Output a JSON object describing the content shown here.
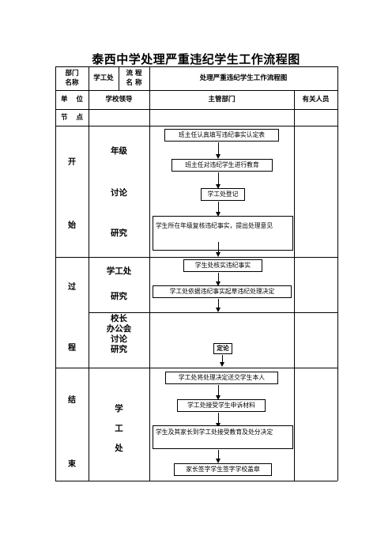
{
  "title": "泰西中学处理严重违纪学生工作流程图",
  "header": {
    "dept_name_1": "部门",
    "dept_name_2": "名称",
    "dept_value": "学工处",
    "flow_name_1": "流 程",
    "flow_name_2": "名 称",
    "flow_value": "处理严重违纪学生工作流程图"
  },
  "row_unit": {
    "label_1": "单",
    "label_2": "位",
    "school_leader": "学校领导",
    "main_dept": "主管部门",
    "related": "有关人员"
  },
  "row_node": {
    "label_1": "节",
    "label_2": "点"
  },
  "section_start": {
    "label_1": "开",
    "label_2": "始",
    "leader_1": "年级",
    "leader_2": "讨论",
    "leader_3": "研究",
    "steps": [
      "班主任认真填写违纪事实认定表",
      "班主任对违纪学生进行教育",
      "学工处登记",
      "学生所在年级复核违纪事实，提出处理意见"
    ]
  },
  "section_process": {
    "label_1": "过",
    "label_2": "程",
    "leader_a1": "学工处",
    "leader_a2": "研究",
    "leader_b1": "校长",
    "leader_b2": "办公会",
    "leader_b3": "讨论",
    "leader_b4": "研究",
    "steps": [
      "学生处核实违纪事实",
      "学工处依据违纪事实起草违纪处理决定",
      "定论"
    ]
  },
  "section_end": {
    "label_1": "结",
    "label_2": "束",
    "leader_1": "学",
    "leader_2": "工",
    "leader_3": "处",
    "steps": [
      "学工处将处理决定送交学生本人",
      "学工处接受学生申诉材料",
      "学生及其家长到学工处接受教育及处分决定",
      "家长签字学生签字学校盖章"
    ]
  }
}
